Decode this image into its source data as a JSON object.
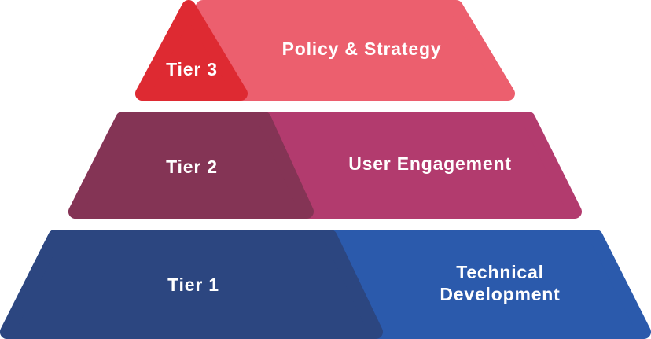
{
  "colors": {
    "tier3_outer": "#EC5F6E",
    "tier3_inner": "#DE2A32",
    "tier2_outer": "#B23B6E",
    "tier2_inner": "#843455",
    "tier1_outer": "#2B5AAC",
    "tier1_inner": "#2C4680"
  },
  "tiers": [
    {
      "label": "Tier 3",
      "title_lines": [
        "Policy & Strategy"
      ]
    },
    {
      "label": "Tier 2",
      "title_lines": [
        "User Engagement"
      ]
    },
    {
      "label": "Tier 1",
      "title_lines": [
        "Technical",
        "Development"
      ]
    }
  ]
}
